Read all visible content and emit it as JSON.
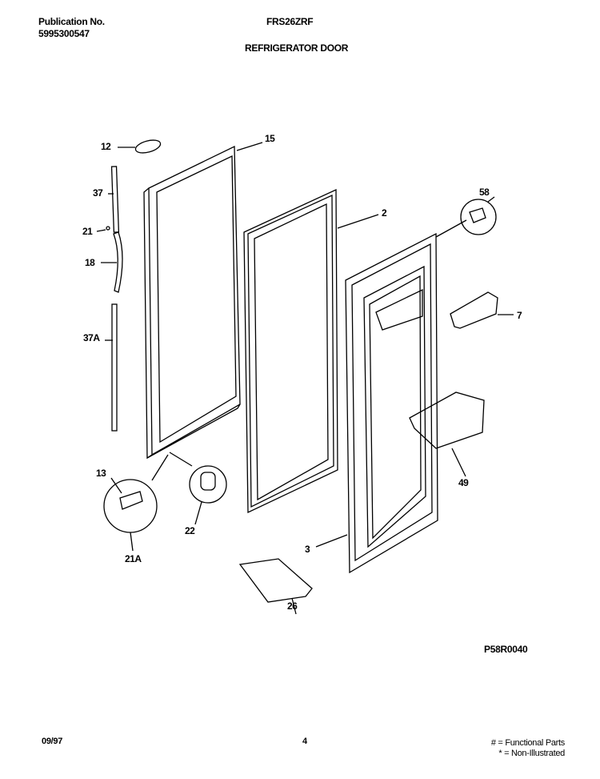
{
  "header": {
    "publication_label": "Publication No.",
    "publication_number": "5995300547",
    "model": "FRS26ZRF",
    "section_title": "REFRIGERATOR DOOR"
  },
  "parts": {
    "p12": "12",
    "p15": "15",
    "p37": "37",
    "p21": "21",
    "p18": "18",
    "p37A": "37A",
    "p2": "2",
    "p58": "58",
    "p7": "7",
    "p49": "49",
    "p13": "13",
    "p22": "22",
    "p21A": "21A",
    "p3": "3",
    "p26": "26"
  },
  "diagram_code": "P58R0040",
  "footer": {
    "date": "09/97",
    "page": "4",
    "legend_functional": "# = Functional Parts",
    "legend_non_illustrated": "* = Non-Illustrated"
  }
}
